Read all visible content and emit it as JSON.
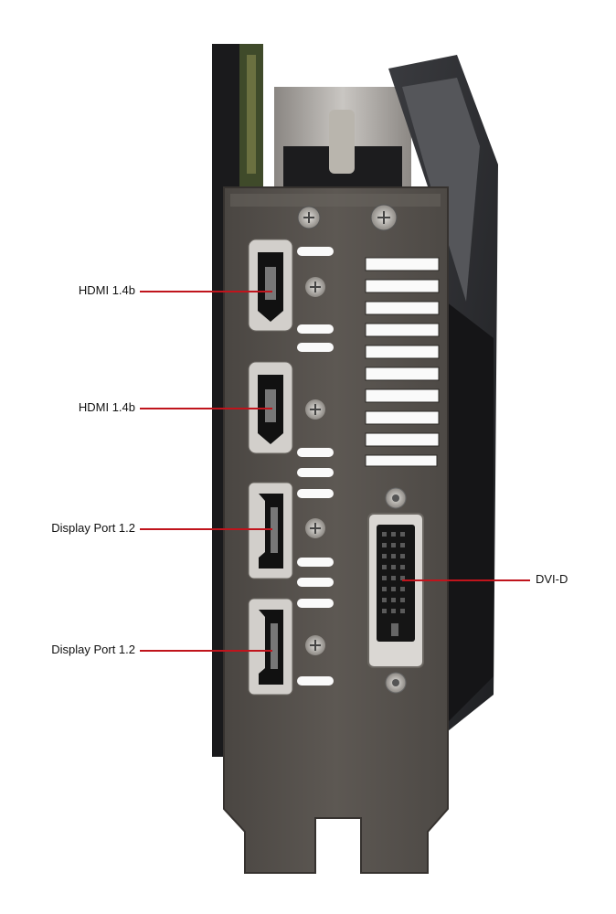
{
  "callouts": [
    {
      "label": "HDMI 1.4b",
      "connector": "hdmi-port"
    },
    {
      "label": "HDMI 1.4b",
      "connector": "hdmi-port"
    },
    {
      "label": "Display Port 1.2",
      "connector": "displayport"
    },
    {
      "label": "Display Port 1.2",
      "connector": "displayport"
    },
    {
      "label": "DVI-D",
      "connector": "dvi-port"
    }
  ],
  "colors": {
    "leader_line": "#c0141c",
    "bracket": "#5a5550",
    "bracket_dark": "#3d3935",
    "cooler": "#2a2b2e",
    "background": "#ffffff"
  }
}
